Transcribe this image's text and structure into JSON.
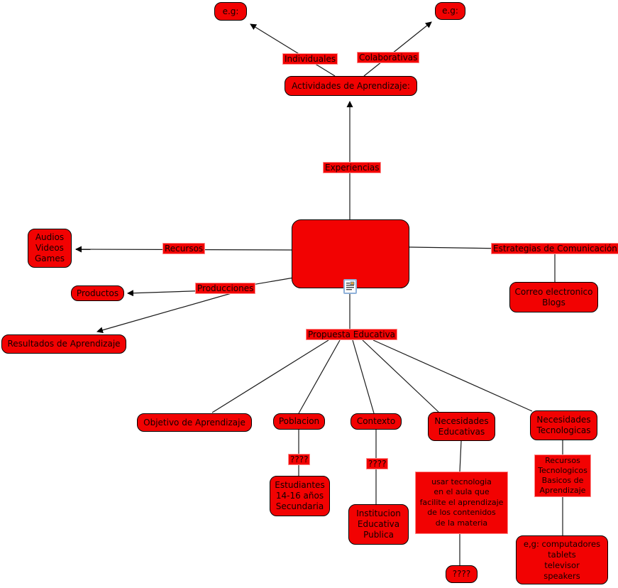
{
  "colors": {
    "background": "#ffffff",
    "node_fill": "#f20202",
    "node_border": "#000000",
    "label_highlight": "#ff8f8f",
    "connector": "#1a1a1a",
    "resource_icon_border": "#8fb1d9"
  },
  "concepts": {
    "eg_left": "e.g:",
    "eg_right": "e.g:",
    "actividades": "Actividades de Aprendizaje:",
    "central": "",
    "audios": "Audios\nVideos\nGames",
    "correo": "Correo electronico\nBlogs",
    "productos": "Productos",
    "resultados": "Resultados de Aprendizaje",
    "objetivo": "Objetivo de Aprendizaje",
    "poblacion": "Poblacion",
    "contexto": "Contexto",
    "nec_edu": "Necesidades\nEducativas",
    "nec_tec": "Necesidades\nTecnologicas",
    "estudiantes": "Estudiantes\n14-16 años\nSecundaria",
    "institucion": "Institucion\nEducativa\nPublica",
    "usar_tecnologia": "usar tecnologia\nen el aula que\nfacilite el aprendizaje\nde los contenidos\nde la materia",
    "recursos_tec": "Recursos\nTecnologicos\nBasicos de\nAprendizaje",
    "question_node": "????",
    "eg_computadores": "e,g: computadores\ntablets\ntelevisor\nspeakers"
  },
  "linking_phrases": {
    "individuales": "Individuales",
    "colaborativas": "Colaborativas",
    "experiencias": "Experiencias",
    "recursos": "Recursos",
    "estrategias": "Estrategias de Comunicación",
    "producciones": "Producciones",
    "propuesta": "Propuesta Educativa",
    "q_poblacion": "????",
    "q_contexto": "????"
  },
  "icons": {
    "resource_icon": "document-resource-icon"
  }
}
